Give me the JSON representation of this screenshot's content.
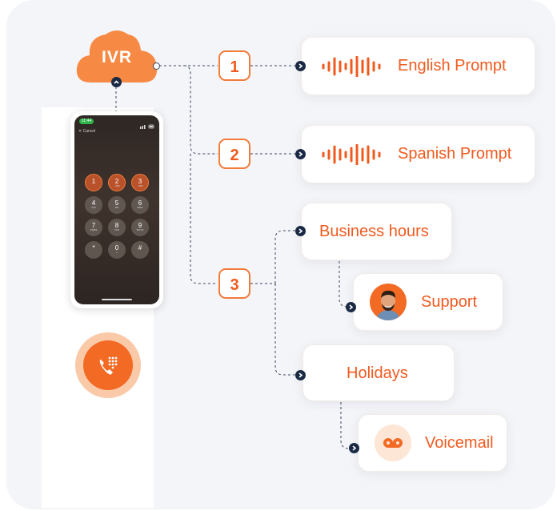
{
  "cloud": {
    "label": "IVR"
  },
  "options": [
    {
      "number": "1",
      "label": "English Prompt",
      "icon": "audio-wave-icon"
    },
    {
      "number": "2",
      "label": "Spanish Prompt",
      "icon": "audio-wave-icon"
    },
    {
      "number": "3"
    }
  ],
  "branch": {
    "business_hours": {
      "label": "Business hours",
      "child": {
        "label": "Support",
        "icon": "agent-avatar-icon"
      }
    },
    "holidays": {
      "label": "Holidays",
      "child": {
        "label": "Voicemail",
        "icon": "voicemail-icon"
      }
    }
  },
  "phone": {
    "status_badge": "11:44",
    "cancel_label": "Cancel",
    "keys": [
      {
        "digit": "1",
        "letters": ""
      },
      {
        "digit": "2",
        "letters": "ABC"
      },
      {
        "digit": "3",
        "letters": "DEF"
      },
      {
        "digit": "4",
        "letters": "GHI"
      },
      {
        "digit": "5",
        "letters": "JKL"
      },
      {
        "digit": "6",
        "letters": "MNO"
      },
      {
        "digit": "7",
        "letters": "PQRS"
      },
      {
        "digit": "8",
        "letters": "TUV"
      },
      {
        "digit": "9",
        "letters": "WXYZ"
      },
      {
        "digit": "*",
        "letters": ""
      },
      {
        "digit": "0",
        "letters": "+"
      },
      {
        "digit": "#",
        "letters": ""
      }
    ],
    "highlighted_keys": [
      "1",
      "2",
      "3"
    ]
  },
  "colors": {
    "accent": "#f15a1e",
    "connector": "#3a4560",
    "cloud": "#f68a45",
    "badge": "#2fb34a"
  }
}
